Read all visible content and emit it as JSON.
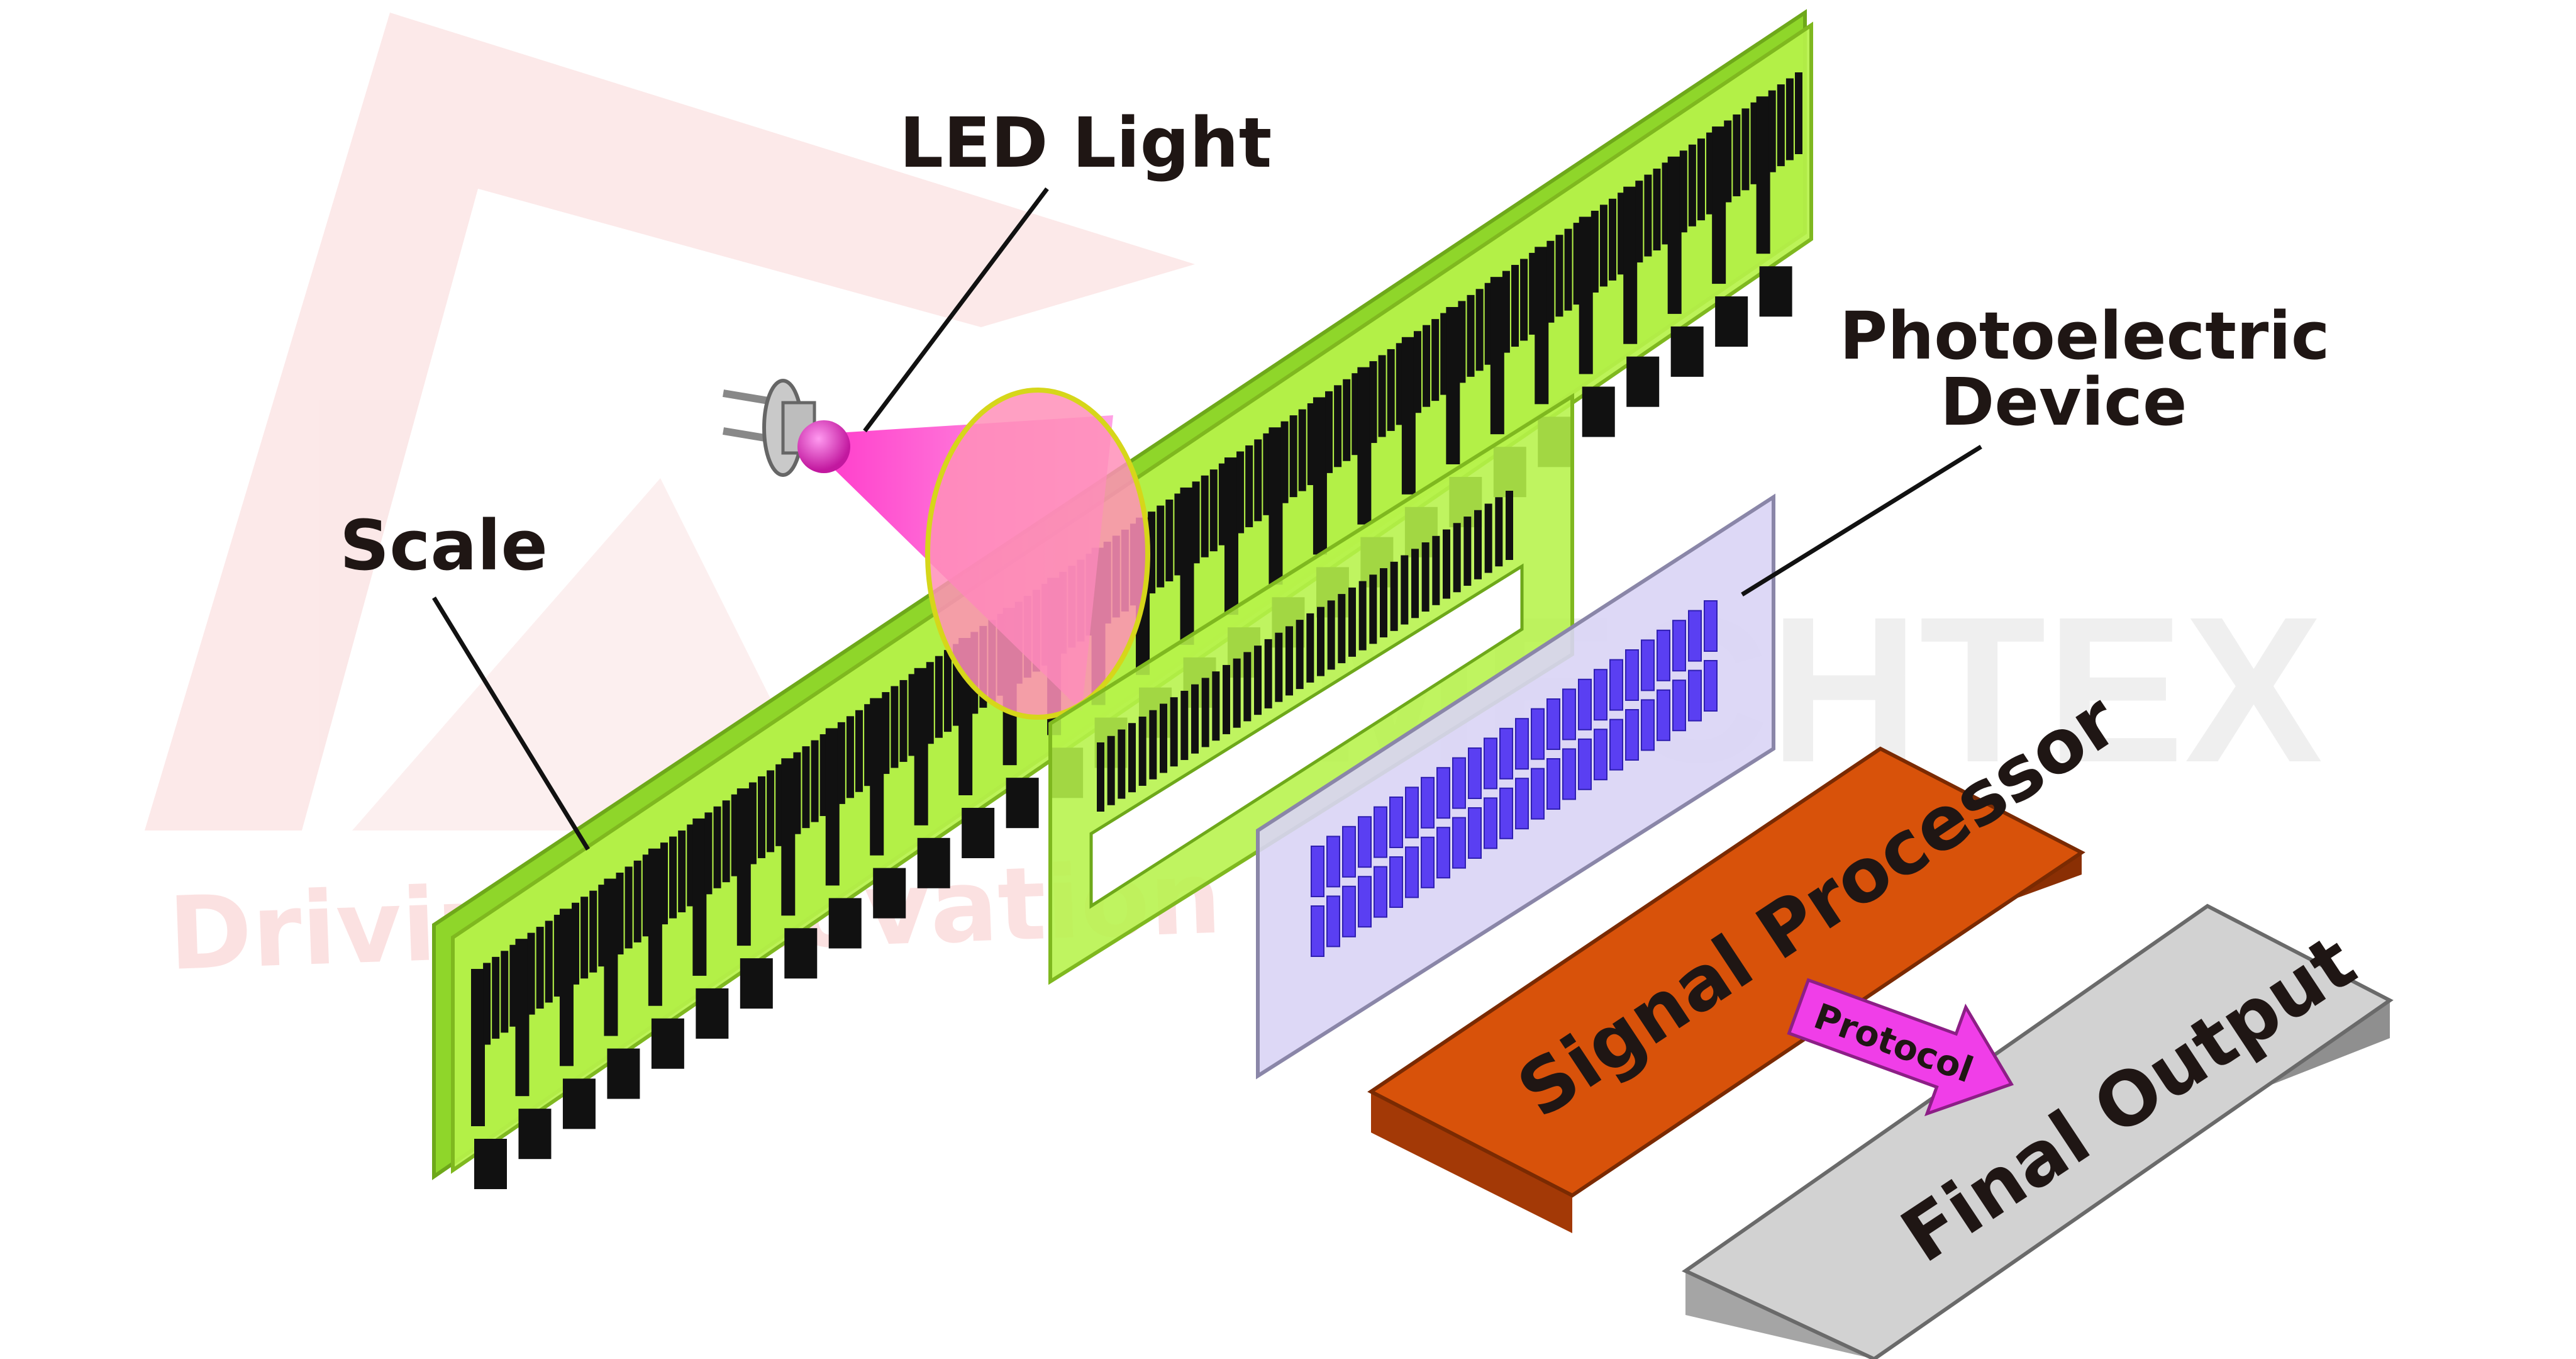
{
  "labels": {
    "led_light": "LED Light",
    "scale": "Scale",
    "photoelectric_line1": "Photoelectric",
    "photoelectric_line2": "Device",
    "signal_processor": "Signal Processor",
    "protocol": "Protocol",
    "final_output": "Final Output"
  },
  "watermark": {
    "brand": "MECHTEX",
    "tagline": "Driving Innovation"
  },
  "colors": {
    "scale_fill": "#b6f24a",
    "scale_edge": "#7fb81f",
    "led_beam": "#ff3fd0",
    "led_bulb": "#e030c8",
    "detector_frame": "#d9d4f5",
    "detector_cells": "#5a3ff2",
    "signal_processor": "#d8520a",
    "signal_processor_side": "#8a2f04",
    "final_output": "#d2d2d2",
    "final_output_side": "#8f8f8f",
    "protocol_arrow": "#f03ee8",
    "watermark_logo": "#f7c8c8",
    "label_text": "#1f1614"
  }
}
